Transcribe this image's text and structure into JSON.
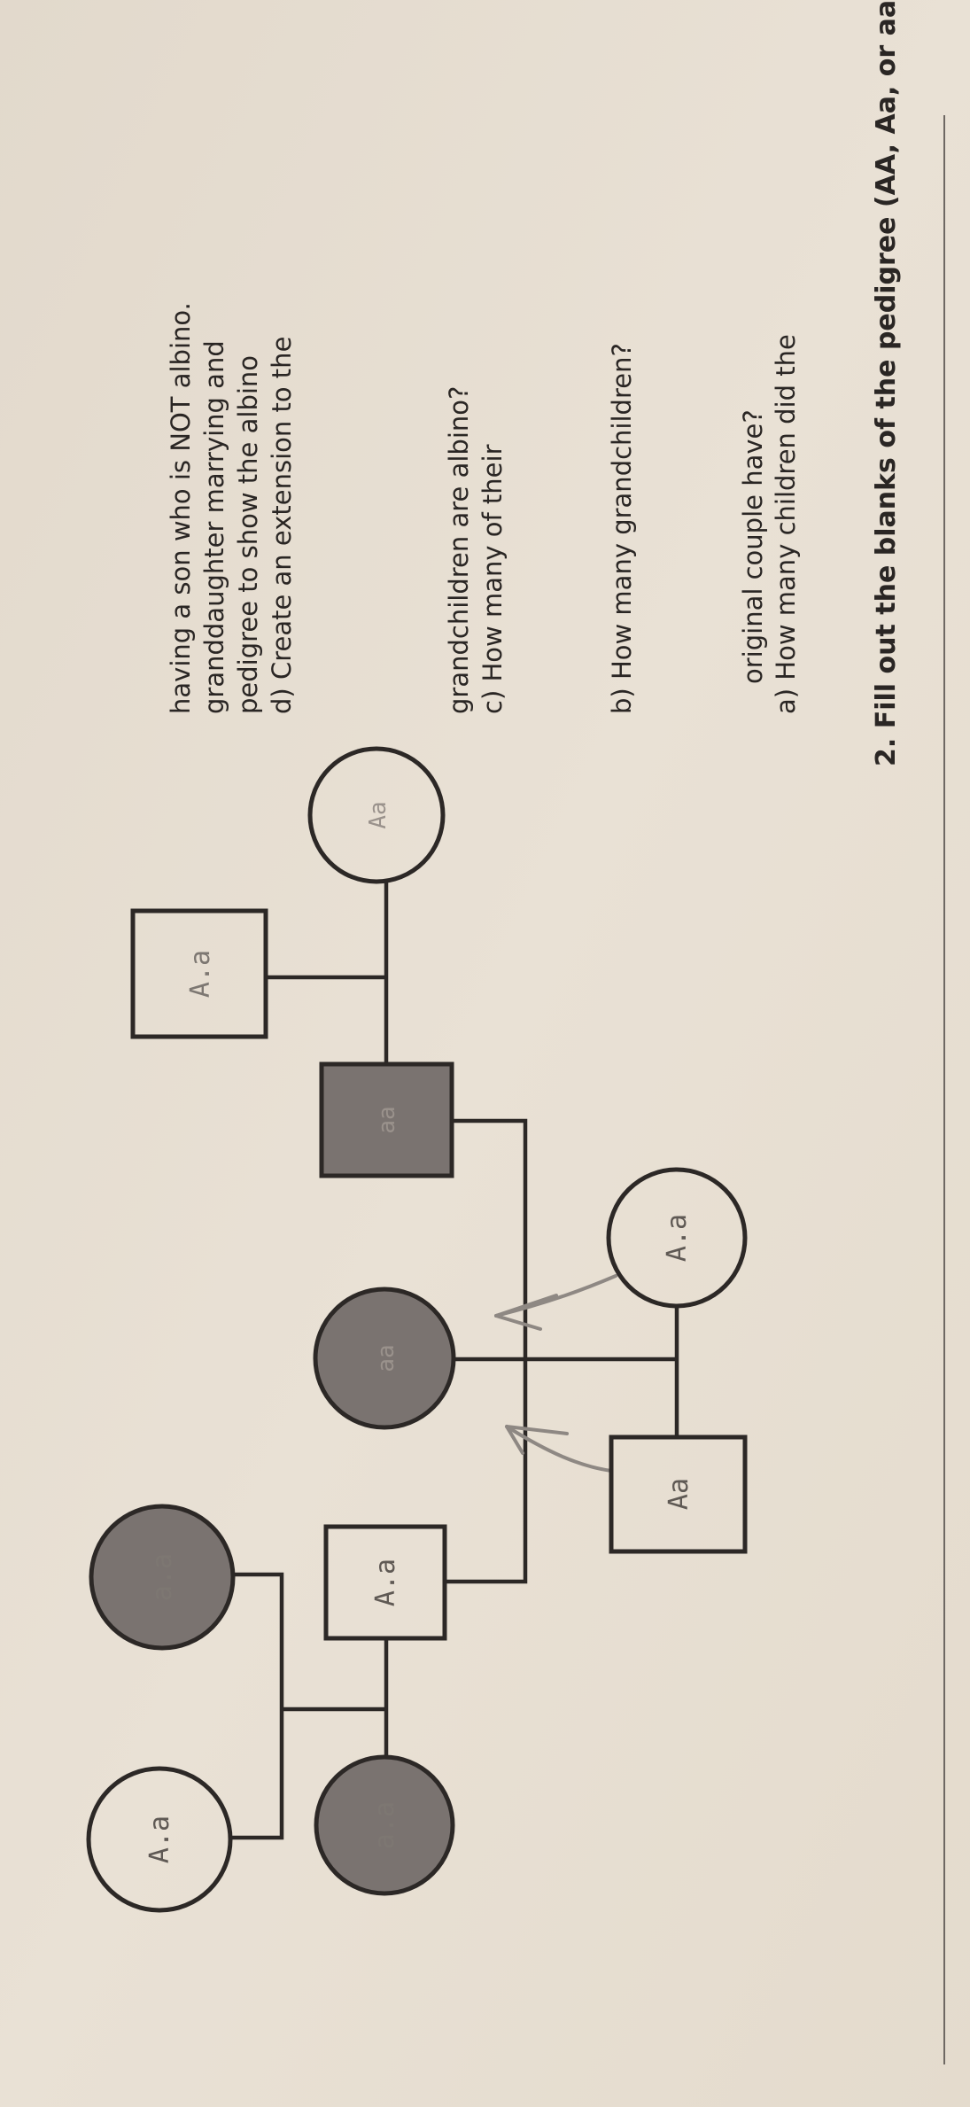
{
  "worksheet": {
    "title": "2. Fill out the blanks of the pedigree (AA, Aa, or aa).",
    "questions": {
      "a": [
        "a)  How many children did the",
        "original couple have?"
      ],
      "b": [
        "b) How many grandchildren?"
      ],
      "c": [
        "c) How many of their",
        "grandchildren are albino?"
      ],
      "d": [
        "d) Create an extension to the",
        "pedigree to show the albino",
        "granddaughter marrying and",
        "having a son who is NOT albino."
      ]
    }
  },
  "pedigree": {
    "fill_color": "#7a7370",
    "individuals": {
      "gen1_female": {
        "sex": "female",
        "affected": false,
        "label": "A.a"
      },
      "gen1_male": {
        "sex": "male",
        "affected": false,
        "label": "Aa"
      },
      "gen2_affected_son": {
        "sex": "male",
        "affected": true,
        "label": "aa"
      },
      "gen2_spouse_female": {
        "sex": "female",
        "affected": false,
        "label": "Aa"
      },
      "gen3_son": {
        "sex": "male",
        "affected": false,
        "label": "A.a"
      },
      "gen2_affected_daughter": {
        "sex": "female",
        "affected": true,
        "label": "aa"
      },
      "gen2_son": {
        "sex": "male",
        "affected": false,
        "label": "A.a"
      },
      "gen2_spouse_affected_female": {
        "sex": "female",
        "affected": true,
        "label": "a.a"
      },
      "gen3_affected_daughter": {
        "sex": "female",
        "affected": true,
        "label": "a.a"
      },
      "gen3_daughter": {
        "sex": "female",
        "affected": false,
        "label": "A.a"
      }
    }
  }
}
